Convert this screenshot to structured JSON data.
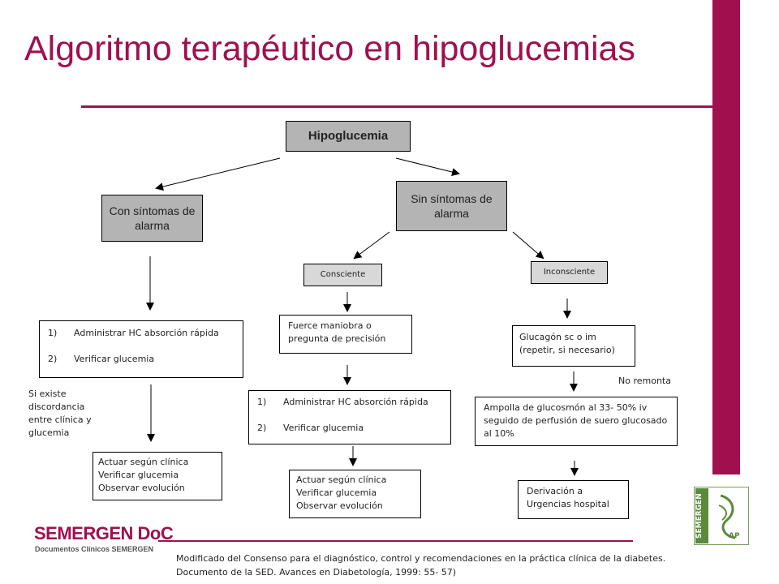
{
  "title": "Algoritmo terapéutico en hipoglucemias",
  "root": "Hipoglucemia",
  "left_branch": {
    "header": "Con síntomas de alarma",
    "steps": [
      {
        "num": "1)",
        "text": "Administrar HC absorción rápida"
      },
      {
        "num": "2)",
        "text": "Verificar glucemia"
      }
    ],
    "note": "Si existe discordancia entre clínica y glucemia",
    "result": [
      "Actuar según clínica",
      "Verificar glucemia",
      "Observar evolución"
    ]
  },
  "right_branch": {
    "header": "Sin síntomas de alarma",
    "conscious": {
      "label": "Consciente",
      "step1": "Fuerce maniobra o pregunta de precisión",
      "steps": [
        {
          "num": "1)",
          "text": "Administrar HC absorción rápida"
        },
        {
          "num": "2)",
          "text": "Verificar glucemia"
        }
      ],
      "result": [
        "Actuar según clínica",
        "Verificar glucemia",
        "Observar evolución"
      ]
    },
    "unconscious": {
      "label": "Inconsciente",
      "step1": "Glucagón sc o im (repetir, si necesario)",
      "note": "No remonta",
      "step2": "Ampolla de glucosmón al 33- 50% iv seguido de perfusión de suero glucosado al 10%",
      "step3": "Derivación a Urgencias hospital"
    }
  },
  "footer": {
    "brand": "SEMERGEN DoC",
    "brand_sub": "Documentos Clínicos SEMERGEN",
    "citation": "Modificado del Consenso para el diagnóstico, control y recomendaciones en la práctica clínica de la diabetes. Documento de la SED. Avances en Diabetología, 1999: 55- 57)",
    "logo_text": "SEMERGEN",
    "logo_ap": "AP"
  },
  "colors": {
    "accent": "#a0104f",
    "box_gray": "#b4b4b4",
    "logo_green": "#5a8a3a"
  }
}
